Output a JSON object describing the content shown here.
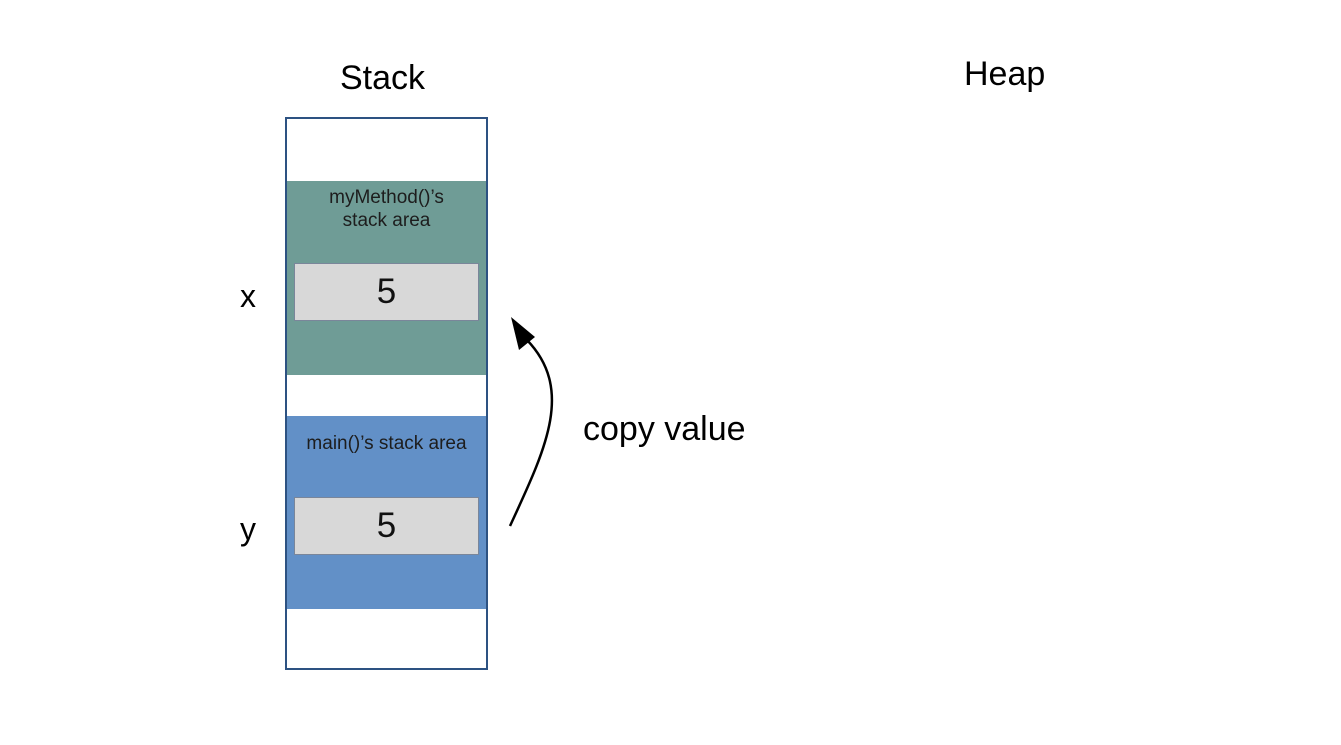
{
  "headings": {
    "stack": "Stack",
    "heap": "Heap"
  },
  "frames": {
    "my_method": {
      "label": "myMethod()’s\nstack area",
      "value": "5",
      "variable": "x"
    },
    "main": {
      "label": "main()’s stack area",
      "value": "5",
      "variable": "y"
    }
  },
  "arrow": {
    "label": "copy value"
  },
  "colors": {
    "stack_border": "#2d5282",
    "my_method_frame": "#6f9c96",
    "main_frame": "#6290c7",
    "value_box": "#d8d8d8"
  }
}
